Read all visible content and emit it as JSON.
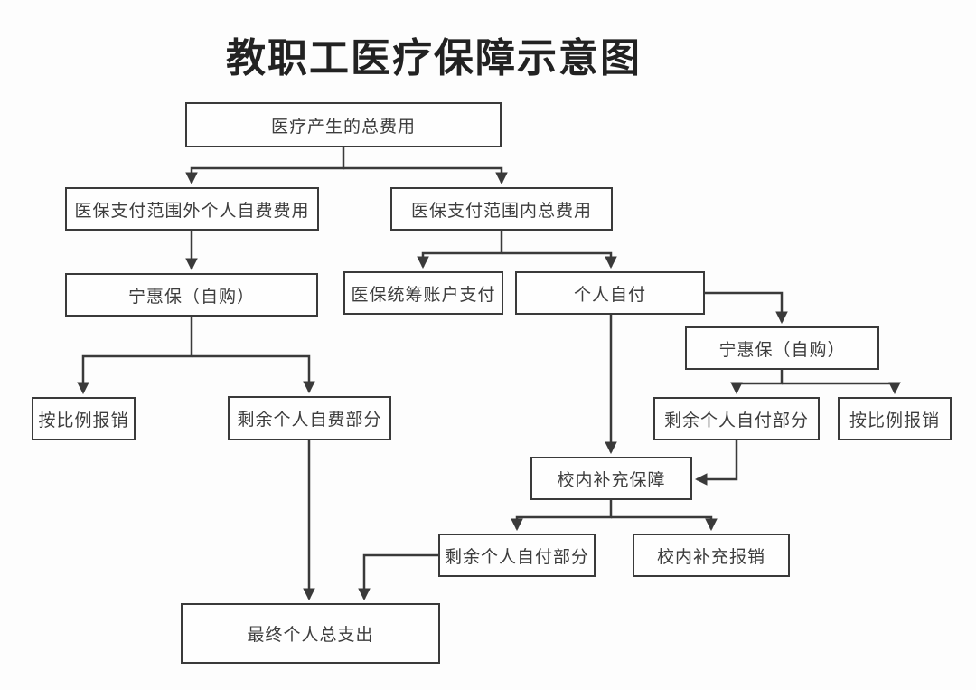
{
  "title": "教职工医疗保障示意图",
  "colors": {
    "border": "#3a3a3a",
    "line": "#3a3a3a",
    "text": "#3d3d3d",
    "title_text": "#222222",
    "background": "#fdfdfd",
    "node_fill": "#fefefe"
  },
  "diagram": {
    "type": "flowchart",
    "nodes": {
      "total_cost": {
        "label": "医疗产生的总费用"
      },
      "out_of_scope": {
        "label": "医保支付范围外个人自费费用"
      },
      "in_scope": {
        "label": "医保支付范围内总费用"
      },
      "ninghuibao_left": {
        "label": "宁惠保（自购）"
      },
      "pooled_account": {
        "label": "医保统筹账户支付"
      },
      "self_pay": {
        "label": "个人自付"
      },
      "ninghuibao_right": {
        "label": "宁惠保（自购）"
      },
      "proportional_left": {
        "label": "按比例报销"
      },
      "remaining_self_funded": {
        "label": "剩余个人自费部分"
      },
      "remaining_self_pay_right": {
        "label": "剩余个人自付部分"
      },
      "proportional_right": {
        "label": "按比例报销"
      },
      "campus_supplement": {
        "label": "校内补充保障"
      },
      "remaining_self_pay_bottom": {
        "label": "剩余个人自付部分"
      },
      "campus_reimbursement": {
        "label": "校内补充报销"
      },
      "final_total": {
        "label": "最终个人总支出"
      }
    },
    "edges": [
      {
        "from": "total_cost",
        "to": "out_of_scope"
      },
      {
        "from": "total_cost",
        "to": "in_scope"
      },
      {
        "from": "out_of_scope",
        "to": "ninghuibao_left"
      },
      {
        "from": "in_scope",
        "to": "pooled_account"
      },
      {
        "from": "in_scope",
        "to": "self_pay"
      },
      {
        "from": "self_pay",
        "to": "ninghuibao_right"
      },
      {
        "from": "ninghuibao_left",
        "to": "proportional_left"
      },
      {
        "from": "ninghuibao_left",
        "to": "remaining_self_funded"
      },
      {
        "from": "ninghuibao_right",
        "to": "remaining_self_pay_right"
      },
      {
        "from": "ninghuibao_right",
        "to": "proportional_right"
      },
      {
        "from": "self_pay",
        "to": "campus_supplement"
      },
      {
        "from": "remaining_self_pay_right",
        "to": "campus_supplement"
      },
      {
        "from": "campus_supplement",
        "to": "remaining_self_pay_bottom"
      },
      {
        "from": "campus_supplement",
        "to": "campus_reimbursement"
      },
      {
        "from": "remaining_self_funded",
        "to": "final_total"
      },
      {
        "from": "remaining_self_pay_bottom",
        "to": "final_total"
      }
    ]
  }
}
